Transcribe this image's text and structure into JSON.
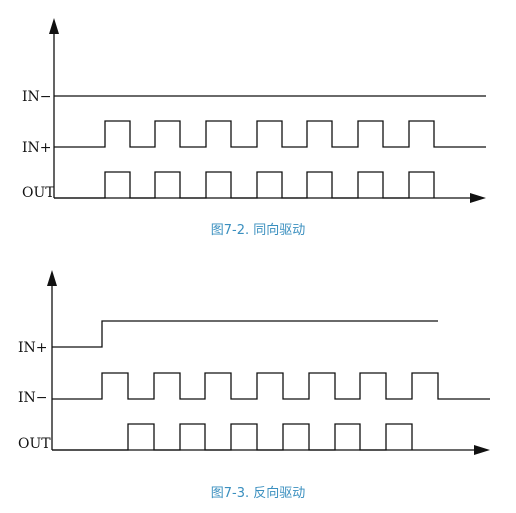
{
  "diagrams": [
    {
      "caption": "图7-2. 同向驱动",
      "signals": [
        {
          "label": "IN−",
          "type": "constant_high"
        },
        {
          "label": "IN+",
          "type": "pulse_train",
          "pulses": 7
        },
        {
          "label": "OUT",
          "type": "pulse_train",
          "pulses": 7
        }
      ]
    },
    {
      "caption": "图7-3. 反向驱动",
      "signals": [
        {
          "label": "IN+",
          "type": "step_up"
        },
        {
          "label": "IN−",
          "type": "pulse_train",
          "pulses": 7
        },
        {
          "label": "OUT",
          "type": "pulse_train",
          "pulses": 6
        }
      ]
    }
  ],
  "colors": {
    "line": "#111111",
    "caption": "#3a8fbf"
  }
}
